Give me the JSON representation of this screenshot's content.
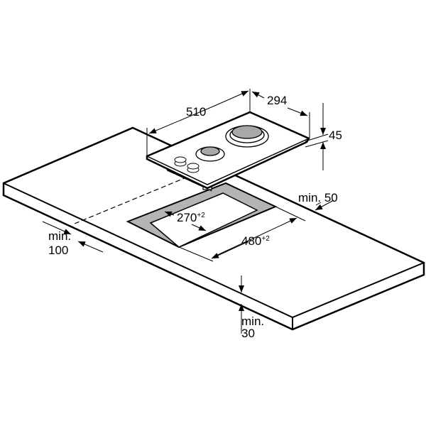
{
  "dimensions": {
    "hob_width": "510",
    "hob_depth": "294",
    "hob_height": "45",
    "min_back": "min. 50",
    "cutout_depth": "270",
    "cutout_depth_tol": "+2",
    "cutout_width": "480",
    "cutout_width_tol": "+2",
    "min_side_1": "min.",
    "min_side_2": "100",
    "min_thickness_1": "min.",
    "min_thickness_2": "30"
  },
  "colors": {
    "line": "#000000",
    "cutout_frame": "#b4b4b4",
    "burner": "#a8a8a8"
  }
}
